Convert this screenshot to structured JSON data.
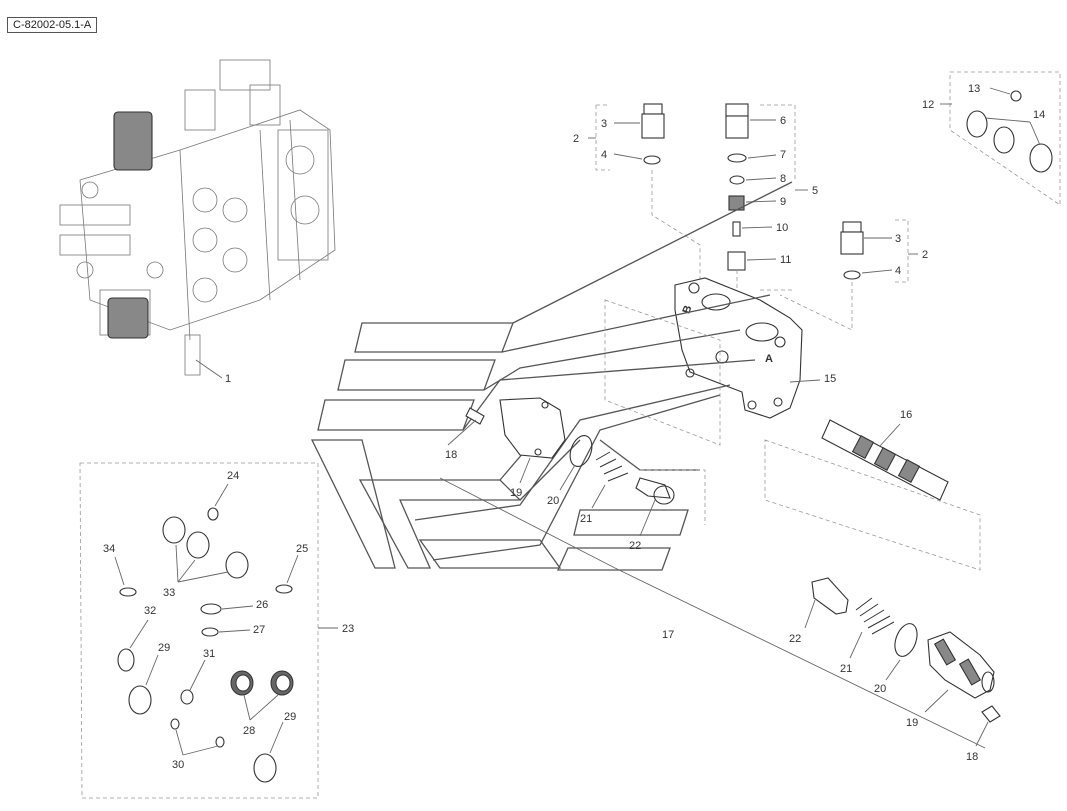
{
  "reference_code": "C-82002-05.1-A",
  "callouts": [
    {
      "id": "c1",
      "text": "1"
    },
    {
      "id": "c2a",
      "text": "2"
    },
    {
      "id": "c3a",
      "text": "3"
    },
    {
      "id": "c4a",
      "text": "4"
    },
    {
      "id": "c5",
      "text": "5"
    },
    {
      "id": "c6",
      "text": "6"
    },
    {
      "id": "c7",
      "text": "7"
    },
    {
      "id": "c8",
      "text": "8"
    },
    {
      "id": "c9",
      "text": "9"
    },
    {
      "id": "c10",
      "text": "10"
    },
    {
      "id": "c11",
      "text": "11"
    },
    {
      "id": "c12",
      "text": "12"
    },
    {
      "id": "c13",
      "text": "13"
    },
    {
      "id": "c14",
      "text": "14"
    },
    {
      "id": "c3b",
      "text": "3"
    },
    {
      "id": "c2b",
      "text": "2"
    },
    {
      "id": "c4b",
      "text": "4"
    },
    {
      "id": "c15",
      "text": "15"
    },
    {
      "id": "c16",
      "text": "16"
    },
    {
      "id": "c18a",
      "text": "18"
    },
    {
      "id": "c19a",
      "text": "19"
    },
    {
      "id": "c20a",
      "text": "20"
    },
    {
      "id": "c21a",
      "text": "21"
    },
    {
      "id": "c22a",
      "text": "22"
    },
    {
      "id": "c17",
      "text": "17"
    },
    {
      "id": "c22b",
      "text": "22"
    },
    {
      "id": "c21b",
      "text": "21"
    },
    {
      "id": "c20b",
      "text": "20"
    },
    {
      "id": "c19b",
      "text": "19"
    },
    {
      "id": "c18b",
      "text": "18"
    },
    {
      "id": "c24",
      "text": "24"
    },
    {
      "id": "c34",
      "text": "34"
    },
    {
      "id": "c25",
      "text": "25"
    },
    {
      "id": "c33",
      "text": "33"
    },
    {
      "id": "c32",
      "text": "32"
    },
    {
      "id": "c26",
      "text": "26"
    },
    {
      "id": "c27",
      "text": "27"
    },
    {
      "id": "c23",
      "text": "23"
    },
    {
      "id": "c29a",
      "text": "29"
    },
    {
      "id": "c31",
      "text": "31"
    },
    {
      "id": "c28",
      "text": "28"
    },
    {
      "id": "c29b",
      "text": "29"
    },
    {
      "id": "c30",
      "text": "30"
    }
  ],
  "port_labels": {
    "port_b": "B",
    "port_a": "A"
  },
  "colors": {
    "line": "#666666",
    "part_stroke": "#333333",
    "dashed": "#999999"
  }
}
